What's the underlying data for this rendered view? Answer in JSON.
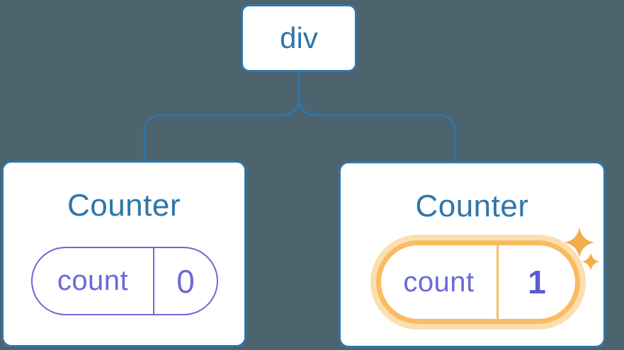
{
  "diagram": {
    "root_node": {
      "label": "div"
    },
    "nodes": [
      {
        "title": "Counter",
        "state_key": "count",
        "state_value": "0",
        "highlighted": false
      },
      {
        "title": "Counter",
        "state_key": "count",
        "state_value": "1",
        "highlighted": true
      }
    ],
    "icons": {
      "sparkle": "4-point-star"
    },
    "colors": {
      "background": "#4D636E",
      "card_background": "#FFFFFF",
      "node_blue": "#2F76A9",
      "state_purple": "#6B69D6",
      "state_value_bold": "#5B5AD3",
      "highlight_orange": "#FABB61",
      "highlight_glow": "#FCDFB0",
      "sparkle_orange": "#F5AC4C"
    }
  }
}
